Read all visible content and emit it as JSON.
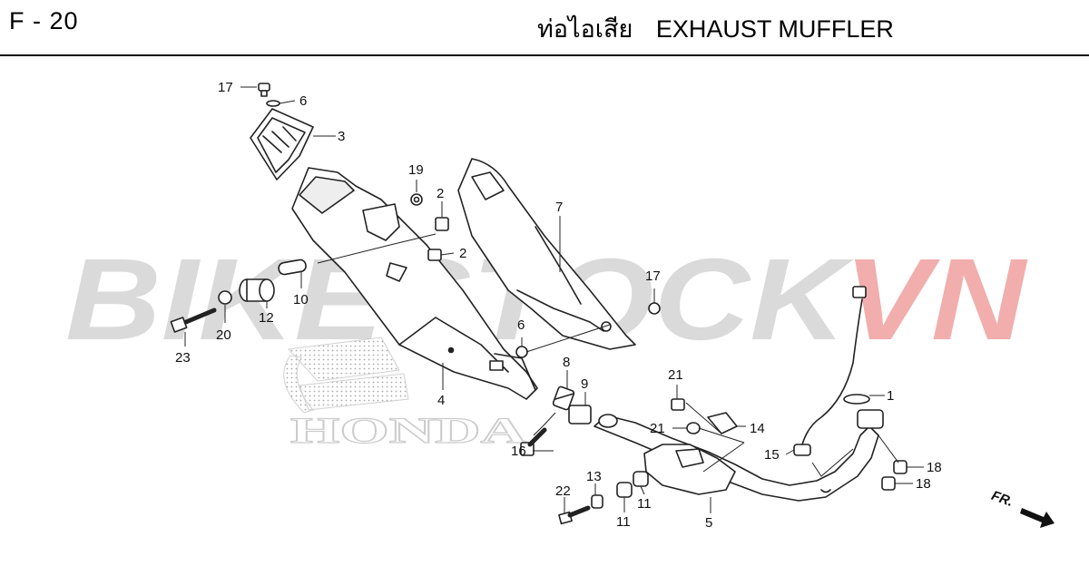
{
  "header": {
    "page_code": "F - 20",
    "title_thai": "ท่อไอเสีย",
    "title_en": "EXHAUST MUFFLER"
  },
  "watermark": {
    "text_gray": "BIKESTOCK",
    "text_red": "VN",
    "color_gray": "#bdbdbd",
    "color_red": "#e86b6b"
  },
  "brand_logo": {
    "text": "HONDA",
    "color": "#cfcfcf"
  },
  "parts": {
    "p1": "1",
    "p2a": "2",
    "p2b": "2",
    "p3": "3",
    "p4": "4",
    "p5": "5",
    "p6a": "6",
    "p6b": "6",
    "p7": "7",
    "p8": "8",
    "p9": "9",
    "p10": "10",
    "p11a": "11",
    "p11b": "11",
    "p12": "12",
    "p13": "13",
    "p14": "14",
    "p15": "15",
    "p16": "16",
    "p17a": "17",
    "p17b": "17",
    "p18a": "18",
    "p18b": "18",
    "p19": "19",
    "p20": "20",
    "p21a": "21",
    "p21b": "21",
    "p22": "22",
    "p23": "23"
  },
  "direction_marker": {
    "label": "FR."
  }
}
